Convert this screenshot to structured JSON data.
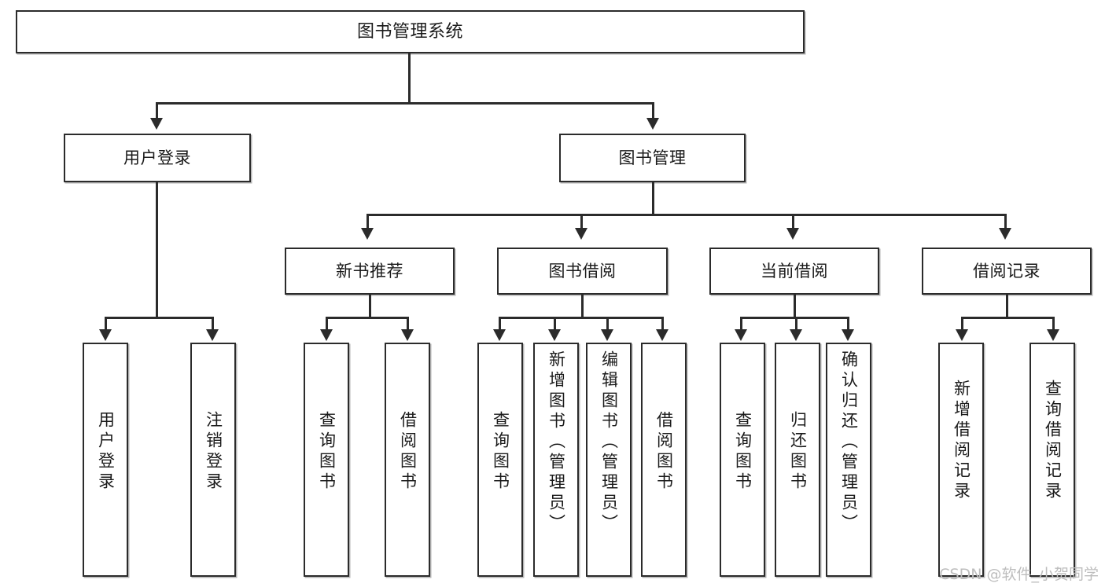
{
  "diagram": {
    "type": "tree-hierarchy",
    "title": "图书管理系统",
    "watermark": "CSDN @软件_小贺同学",
    "colors": {
      "box_border": "#2b2b2b",
      "box_fill": "#ffffff",
      "connector": "#2b2b2b",
      "text": "#1a1a1a",
      "watermark": "#bdbdbd",
      "background": "#ffffff"
    },
    "levels": {
      "root": {
        "label": "图书管理系统"
      },
      "level2": [
        {
          "id": "user-login",
          "label": "用户登录"
        },
        {
          "id": "book-manage",
          "label": "图书管理"
        }
      ],
      "level3": [
        {
          "id": "new-book-recommend",
          "label": "新书推荐"
        },
        {
          "id": "book-borrow",
          "label": "图书借阅"
        },
        {
          "id": "current-borrow",
          "label": "当前借阅"
        },
        {
          "id": "borrow-record",
          "label": "借阅记录"
        }
      ],
      "leaves": [
        {
          "id": "leaf-user-login",
          "label": "用户登录",
          "parent": "user-login"
        },
        {
          "id": "leaf-logout-login",
          "label": "注销登录",
          "parent": "user-login"
        },
        {
          "id": "leaf-query-book-1",
          "label": "查询图书",
          "parent": "new-book-recommend"
        },
        {
          "id": "leaf-borrow-book-1",
          "label": "借阅图书",
          "parent": "new-book-recommend"
        },
        {
          "id": "leaf-query-book-2",
          "label": "查询图书",
          "parent": "book-borrow"
        },
        {
          "id": "leaf-add-book-admin",
          "label": "新增图书（管理员）",
          "parent": "book-borrow"
        },
        {
          "id": "leaf-edit-book-admin",
          "label": "编辑图书（管理员）",
          "parent": "book-borrow"
        },
        {
          "id": "leaf-borrow-book-2",
          "label": "借阅图书",
          "parent": "book-borrow"
        },
        {
          "id": "leaf-query-book-3",
          "label": "查询图书",
          "parent": "current-borrow"
        },
        {
          "id": "leaf-return-book",
          "label": "归还图书",
          "parent": "current-borrow"
        },
        {
          "id": "leaf-confirm-return-admin",
          "label": "确认归还（管理员）",
          "parent": "current-borrow"
        },
        {
          "id": "leaf-add-borrow-record",
          "label": "新增借阅记录",
          "parent": "borrow-record"
        },
        {
          "id": "leaf-query-borrow-record",
          "label": "查询借阅记录",
          "parent": "borrow-record"
        }
      ]
    }
  }
}
